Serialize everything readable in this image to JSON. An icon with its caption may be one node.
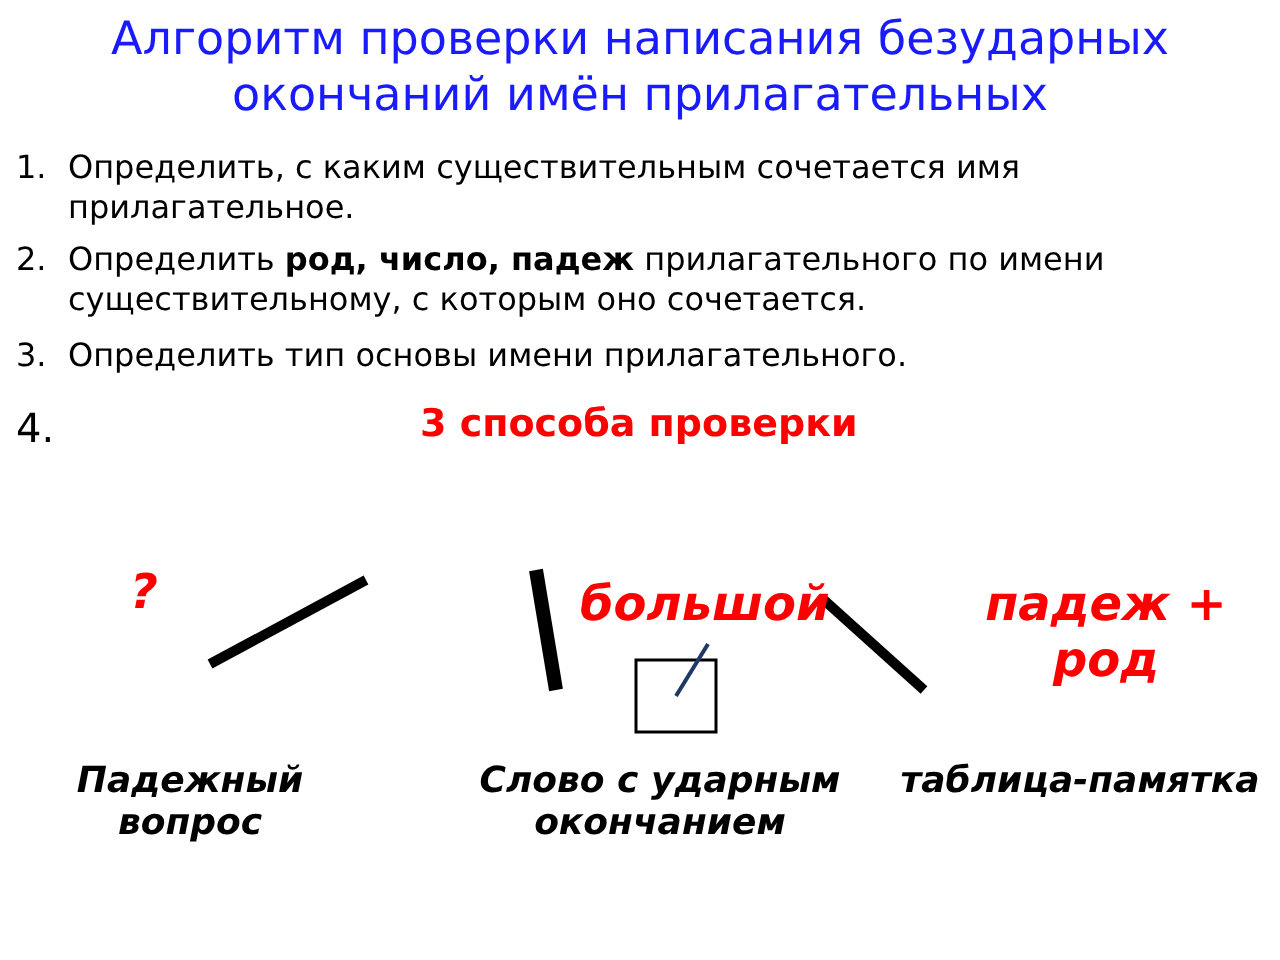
{
  "diagram": {
    "title": "Алгоритм проверки написания безударных окончаний имён прилагательных",
    "labels": [
      "1.",
      "Определить, с каким существительным сочетается имя прилагательное.",
      "2.",
      "Определить **род, число, падеж** прилагательного по имени существительному,  с которым оно сочетается.",
      "3.",
      "Определить  тип основы имени прилагательного.",
      "4.",
      "3 способа проверки",
      "?",
      "большой",
      "падеж + род",
      "Падежный вопрос",
      "Слово с ударным окончанием",
      "таблица-памятка"
    ]
  }
}
